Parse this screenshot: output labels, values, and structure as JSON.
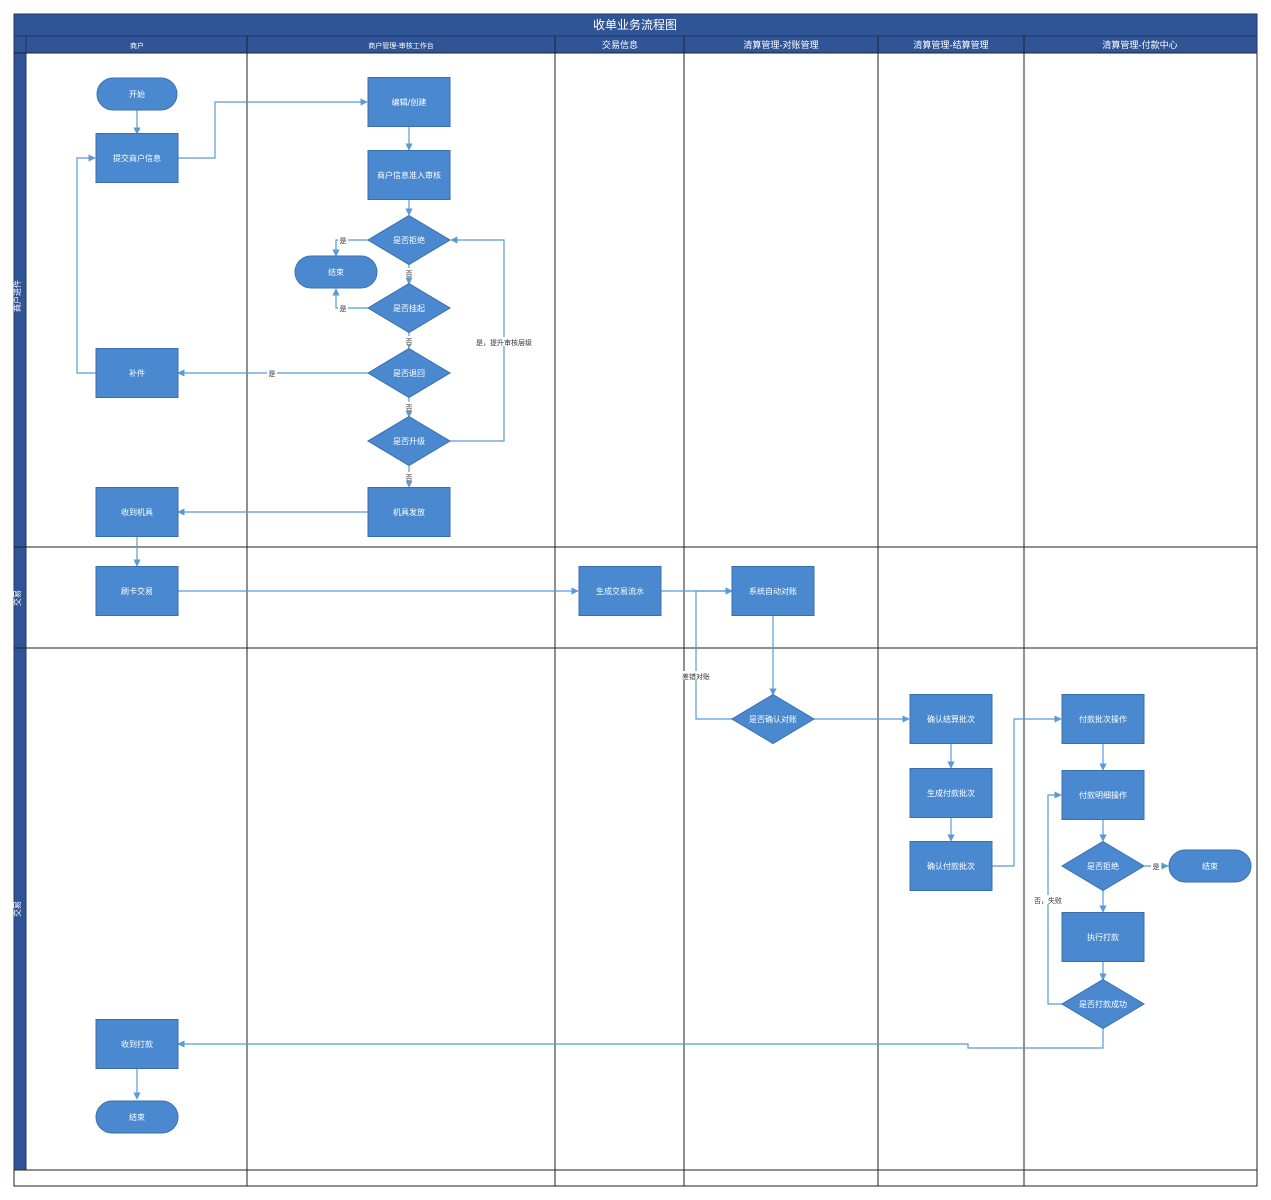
{
  "title": "收单业务流程图",
  "columns": [
    {
      "id": "merchant",
      "label": "商户"
    },
    {
      "id": "workbench",
      "label": "商户管理-审核工作台"
    },
    {
      "id": "trade",
      "label": "交易信息"
    },
    {
      "id": "recon",
      "label": "清算管理-对账管理"
    },
    {
      "id": "settle",
      "label": "清算管理-结算管理"
    },
    {
      "id": "pay",
      "label": "清算管理-付款中心"
    }
  ],
  "rows": [
    {
      "id": "r1",
      "label": "商户进件"
    },
    {
      "id": "r2",
      "label": "交易"
    },
    {
      "id": "r3",
      "label": "交易"
    }
  ],
  "nodes": [
    {
      "id": "start",
      "type": "terminal",
      "label": "开始"
    },
    {
      "id": "submit",
      "type": "process",
      "label": "提交商户信息"
    },
    {
      "id": "entry",
      "type": "process",
      "label": "编辑/创建"
    },
    {
      "id": "review",
      "type": "process",
      "label": "商户信息准入审核"
    },
    {
      "id": "reject",
      "type": "decision",
      "label": "是否拒绝"
    },
    {
      "id": "end1",
      "type": "terminal",
      "label": "结束"
    },
    {
      "id": "hangup",
      "type": "decision",
      "label": "是否挂起"
    },
    {
      "id": "returned",
      "type": "decision",
      "label": "是否退回"
    },
    {
      "id": "patch",
      "type": "process",
      "label": "补件"
    },
    {
      "id": "upgrade",
      "type": "decision",
      "label": "是否升级"
    },
    {
      "id": "receive_dev",
      "type": "process",
      "label": "收到机具"
    },
    {
      "id": "ship",
      "type": "process",
      "label": "机具发放"
    },
    {
      "id": "swipe",
      "type": "process",
      "label": "刷卡交易"
    },
    {
      "id": "gen_flow",
      "type": "process",
      "label": "生成交易流水"
    },
    {
      "id": "auto_recon",
      "type": "process",
      "label": "系统自动对账"
    },
    {
      "id": "confirm_recon",
      "type": "decision",
      "label": "是否确认对账"
    },
    {
      "id": "confirm_settle",
      "type": "process",
      "label": "确认结算批次"
    },
    {
      "id": "gen_pay",
      "type": "process",
      "label": "生成付款批次"
    },
    {
      "id": "confirm_pay",
      "type": "process",
      "label": "确认付款批次"
    },
    {
      "id": "pay_batch_op",
      "type": "process",
      "label": "付款批次操作"
    },
    {
      "id": "pay_detail_op",
      "type": "process",
      "label": "付款明细操作"
    },
    {
      "id": "refuse",
      "type": "decision",
      "label": "是否拒绝"
    },
    {
      "id": "end2",
      "type": "terminal",
      "label": "结束"
    },
    {
      "id": "execute",
      "type": "process",
      "label": "执行打款"
    },
    {
      "id": "success",
      "type": "decision",
      "label": "是否打款成功"
    },
    {
      "id": "received_pay",
      "type": "process",
      "label": "收到打款"
    },
    {
      "id": "end3",
      "type": "terminal",
      "label": "结束"
    }
  ],
  "edge_labels": {
    "yes": "是",
    "no": "否",
    "yes_escalate": "是，提升审核层级",
    "recon_fix": "差错对账",
    "no_fail": "否，失败"
  }
}
